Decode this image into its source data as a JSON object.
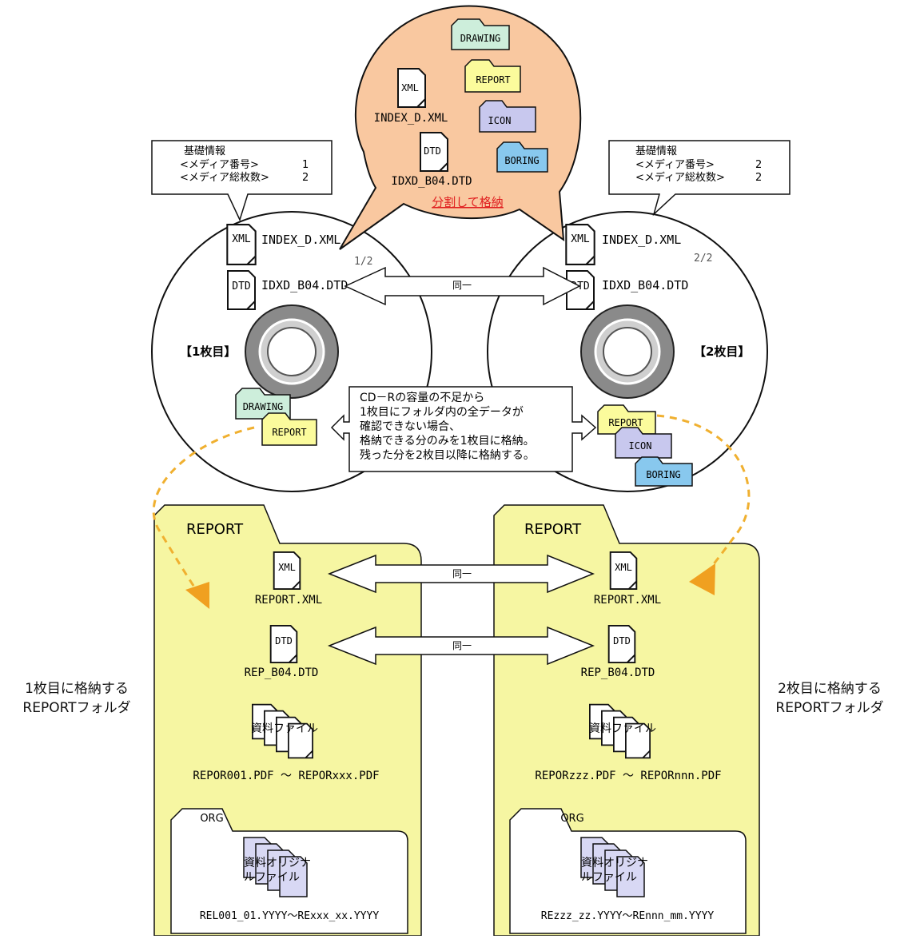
{
  "bubble": {
    "drawing": "DRAWING",
    "report": "REPORT",
    "icon": "ICON",
    "boring": "BORING",
    "xml_icon": "XML",
    "xml_file": "INDEX_D.XML",
    "dtd_icon": "DTD",
    "dtd_file": "IDXD_B04.DTD",
    "split_caption": "分割して格納"
  },
  "left_info": {
    "title": "基礎情報",
    "line1_label": "<メディア番号>",
    "line1_value": "1",
    "line2_label": "<メディア総枚数>",
    "line2_value": "2"
  },
  "right_info": {
    "title": "基礎情報",
    "line1_label": "<メディア番号>",
    "line1_value": "2",
    "line2_label": "<メディア総枚数>",
    "line2_value": "2"
  },
  "disc1": {
    "label": "【1枚目】",
    "page": "1/2",
    "xml_icon": "XML",
    "xml_file": "INDEX_D.XML",
    "dtd_icon": "DTD",
    "dtd_file": "IDXD_B04.DTD",
    "folder_drawing": "DRAWING",
    "folder_report": "REPORT"
  },
  "disc2": {
    "label": "【2枚目】",
    "page": "2/2",
    "xml_icon": "XML",
    "xml_file": "INDEX_D.XML",
    "dtd_icon": "DTD",
    "dtd_file": "IDXD_B04.DTD",
    "folder_report": "REPORT",
    "folder_icon": "ICON",
    "folder_boring": "BORING"
  },
  "same_label": "同一",
  "note": {
    "line1": "CD－Rの容量の不足から",
    "line2": "1枚目にフォルダ内の全データが",
    "line3": "確認できない場合、",
    "line4": "格納できる分のみを1枚目に格納。",
    "line5": "残った分を2枚目以降に格納する。"
  },
  "folder_left": {
    "title": "REPORT",
    "xml_icon": "XML",
    "xml_file": "REPORT.XML",
    "dtd_icon": "DTD",
    "dtd_file": "REP_B04.DTD",
    "docs_label": "資料ファイル",
    "docs_range": "REPOR001.PDF ～ REPORxxx.PDF",
    "org_title": "ORG",
    "org_docs_line1": "資料オリジナ",
    "org_docs_line2": "ルファイル",
    "org_range": "REL001_01.YYYY～RExxx_xx.YYYY"
  },
  "folder_right": {
    "title": "REPORT",
    "xml_icon": "XML",
    "xml_file": "REPORT.XML",
    "dtd_icon": "DTD",
    "dtd_file": "REP_B04.DTD",
    "docs_label": "資料ファイル",
    "docs_range": "REPORzzz.PDF ～ REPORnnn.PDF",
    "org_title": "ORG",
    "org_docs_line1": "資料オリジナ",
    "org_docs_line2": "ルファイル",
    "org_range": "REzzz_zz.YYYY～REnnn_mm.YYYY"
  },
  "side_left": {
    "line1": "1枚目に格納する",
    "line2": "REPORTフォルダ"
  },
  "side_right": {
    "line1": "2枚目に格納する",
    "line2": "REPORTフォルダ"
  },
  "colors": {
    "bubble": "#f9c8a0",
    "drawing": "#cdeedb",
    "report": "#fbfb9c",
    "icon": "#c8c8ee",
    "boring": "#88c8ee",
    "folder": "#f6f6a2",
    "split_caption": "#e02020",
    "dashed_arrow": "#f0b030"
  }
}
